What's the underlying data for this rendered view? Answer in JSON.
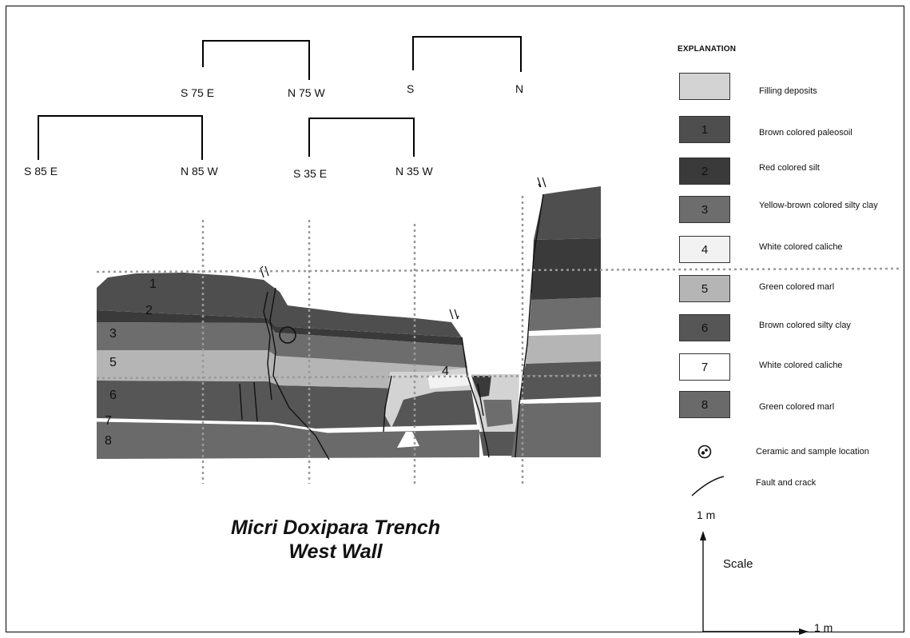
{
  "compass": [
    {
      "left": "S 75 E",
      "right": "N 75 W"
    },
    {
      "left": "S",
      "right": "N"
    },
    {
      "left": "S 85 E",
      "right": "N 85 W"
    },
    {
      "left": "S 35 E",
      "right": "N 35 W"
    }
  ],
  "layer_numbers": [
    "1",
    "2",
    "3",
    "5",
    "6",
    "7",
    "8",
    "4"
  ],
  "title": {
    "line1": "Micri Doxipara Trench",
    "line2": "West Wall"
  },
  "explanation": {
    "heading": "EXPLANATION",
    "items": [
      {
        "key": "",
        "label": "Filling deposits",
        "color": "#d3d3d3"
      },
      {
        "key": "1",
        "label": "Brown colored paleosoil",
        "color": "#4e4e4e"
      },
      {
        "key": "2",
        "label": "Red colored silt",
        "color": "#3a3a3a"
      },
      {
        "key": "3",
        "label": "Yellow-brown colored silty clay",
        "color": "#6d6d6d"
      },
      {
        "key": "4",
        "label": "White colored caliche",
        "color": "#f2f2f2"
      },
      {
        "key": "5",
        "label": "Green colored marl",
        "color": "#b5b5b5"
      },
      {
        "key": "6",
        "label": "Brown colored silty clay",
        "color": "#565656"
      },
      {
        "key": "7",
        "label": "White colored caliche",
        "color": "#ffffff"
      },
      {
        "key": "8",
        "label": "Green colored marl",
        "color": "#6a6a6a"
      }
    ],
    "symbols": [
      {
        "icon": "ceramic-sample-icon",
        "label": "Ceramic and sample location"
      },
      {
        "icon": "fault-line-icon",
        "label": "Fault and crack"
      }
    ]
  },
  "scale": {
    "vertical": "1 m",
    "horizontal": "1 m",
    "label": "Scale"
  }
}
